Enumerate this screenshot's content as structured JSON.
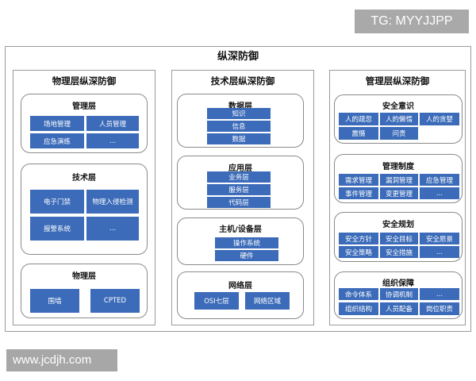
{
  "watermark_top": "TG: MYYJJPP",
  "watermark_bottom": "www.jcdjh.com",
  "title": "纵深防御",
  "columns": [
    {
      "title": "物理层纵深防御",
      "sections": [
        {
          "title": "管理层",
          "items": [
            "场地管理",
            "人员管理",
            "应急演练",
            "..."
          ]
        },
        {
          "title": "技术层",
          "items": [
            "电子门禁",
            "物理入侵检测",
            "报警系统",
            "..."
          ]
        },
        {
          "title": "物理层",
          "items": [
            "围墙",
            "CPTED"
          ]
        }
      ]
    },
    {
      "title": "技术层纵深防御",
      "sections": [
        {
          "title": "数据层",
          "items": [
            "知识",
            "信息",
            "数据"
          ]
        },
        {
          "title": "应用层",
          "items": [
            "业务层",
            "服务层",
            "代码层"
          ]
        },
        {
          "title": "主机/设备层",
          "items": [
            "操作系统",
            "硬件"
          ]
        },
        {
          "title": "网络层",
          "items": [
            "OSI七层",
            "网络区域"
          ]
        }
      ]
    },
    {
      "title": "管理层纵深防御",
      "sections": [
        {
          "title": "安全意识",
          "items": [
            "人的疏忽",
            "人的懒惰",
            "人的贪婪",
            "震慑",
            "问责"
          ]
        },
        {
          "title": "管理制度",
          "items": [
            "需求管理",
            "漏洞管理",
            "应急管理",
            "事件管理",
            "变更管理",
            "..."
          ]
        },
        {
          "title": "安全规划",
          "items": [
            "安全方针",
            "安全目标",
            "安全愿景",
            "安全策略",
            "安全措施",
            "..."
          ]
        },
        {
          "title": "组织保障",
          "items": [
            "命令体系",
            "协调机制",
            "...",
            "组织结构",
            "人员配备",
            "岗位职责"
          ]
        }
      ]
    }
  ]
}
